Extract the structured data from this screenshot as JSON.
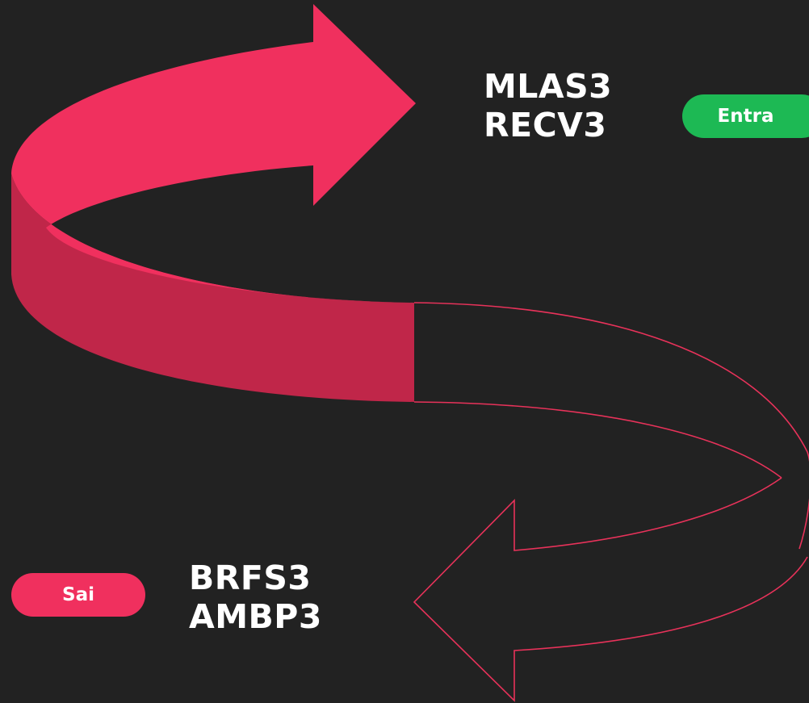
{
  "entering": {
    "label": "Entra",
    "tickers": [
      "MLAS3",
      "RECV3"
    ]
  },
  "leaving": {
    "label": "Sai",
    "tickers": [
      "BRFS3",
      "AMBP3"
    ]
  },
  "colors": {
    "background": "#222222",
    "arrow_top": "#f0305e",
    "arrow_side": "#c02649",
    "arrow_outline": "#e8325a",
    "enter_badge": "#1db954",
    "leave_badge": "#f0305e",
    "text": "#ffffff"
  }
}
